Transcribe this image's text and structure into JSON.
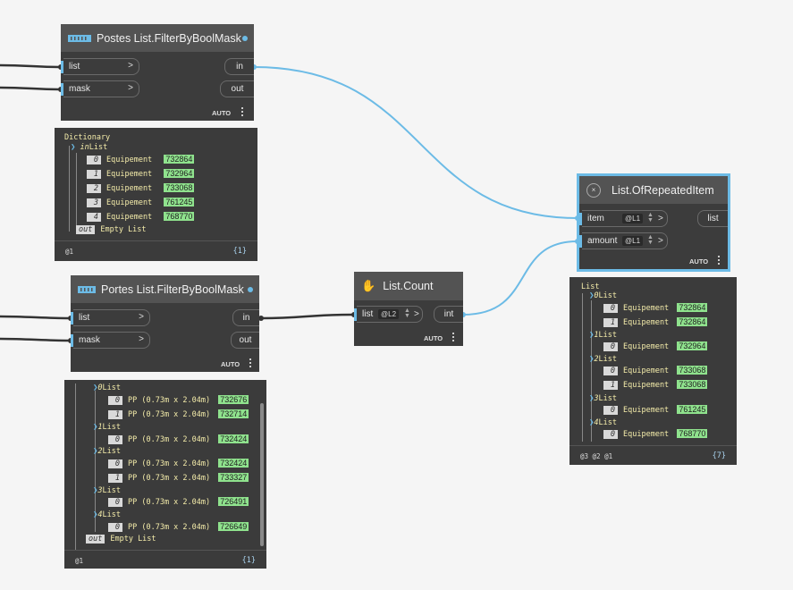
{
  "node_filter_1": {
    "title": "Postes List.FilterByBoolMask",
    "inputs": [
      "list",
      "mask"
    ],
    "outputs": [
      "in",
      "out"
    ],
    "lacing": "AUTO"
  },
  "watch_1": {
    "root": "Dictionary",
    "in_label": "in",
    "in_type": "List",
    "rows": [
      {
        "idx": "0",
        "key": "Equipement",
        "val": "732864"
      },
      {
        "idx": "1",
        "key": "Equipement",
        "val": "732964"
      },
      {
        "idx": "2",
        "key": "Equipement",
        "val": "733068"
      },
      {
        "idx": "3",
        "key": "Equipement",
        "val": "761245"
      },
      {
        "idx": "4",
        "key": "Equipement",
        "val": "768770"
      }
    ],
    "out_label": "out",
    "out_value": "Empty List",
    "footer": "@1",
    "count": "{1}"
  },
  "node_filter_2": {
    "title": "Portes List.FilterByBoolMask",
    "inputs": [
      "list",
      "mask"
    ],
    "outputs": [
      "in",
      "out"
    ],
    "lacing": "AUTO"
  },
  "watch_2": {
    "groups": [
      {
        "idx": "0",
        "label": "List",
        "items": [
          {
            "idx": "0",
            "key": "PP (0.73m x 2.04m)",
            "val": "732676"
          },
          {
            "idx": "1",
            "key": "PP (0.73m x 2.04m)",
            "val": "732714"
          }
        ]
      },
      {
        "idx": "1",
        "label": "List",
        "items": [
          {
            "idx": "0",
            "key": "PP (0.73m x 2.04m)",
            "val": "732424"
          }
        ]
      },
      {
        "idx": "2",
        "label": "List",
        "items": [
          {
            "idx": "0",
            "key": "PP (0.73m x 2.04m)",
            "val": "732424"
          },
          {
            "idx": "1",
            "key": "PP (0.73m x 2.04m)",
            "val": "733327"
          }
        ]
      },
      {
        "idx": "3",
        "label": "List",
        "items": [
          {
            "idx": "0",
            "key": "PP (0.73m x 2.04m)",
            "val": "726491"
          }
        ]
      },
      {
        "idx": "4",
        "label": "List",
        "items": [
          {
            "idx": "0",
            "key": "PP (0.73m x 2.04m)",
            "val": "726649"
          }
        ]
      }
    ],
    "out_label": "out",
    "out_value": "Empty List",
    "footer": "@1",
    "count": "{1}"
  },
  "node_count": {
    "title": "List.Count",
    "input": "list",
    "input_level": "@L2",
    "output": "int",
    "lacing": "AUTO"
  },
  "node_repeat": {
    "title": "List.OfRepeatedItem",
    "inputs": [
      {
        "name": "item",
        "level": "@L1"
      },
      {
        "name": "amount",
        "level": "@L1"
      }
    ],
    "output": "list",
    "lacing": "AUTO"
  },
  "watch_3": {
    "root": "List",
    "groups": [
      {
        "idx": "0",
        "label": "List",
        "items": [
          {
            "idx": "0",
            "key": "Equipement",
            "val": "732864"
          },
          {
            "idx": "1",
            "key": "Equipement",
            "val": "732864"
          }
        ]
      },
      {
        "idx": "1",
        "label": "List",
        "items": [
          {
            "idx": "0",
            "key": "Equipement",
            "val": "732964"
          }
        ]
      },
      {
        "idx": "2",
        "label": "List",
        "items": [
          {
            "idx": "0",
            "key": "Equipement",
            "val": "733068"
          },
          {
            "idx": "1",
            "key": "Equipement",
            "val": "733068"
          }
        ]
      },
      {
        "idx": "3",
        "label": "List",
        "items": [
          {
            "idx": "0",
            "key": "Equipement",
            "val": "761245"
          }
        ]
      },
      {
        "idx": "4",
        "label": "List",
        "items": [
          {
            "idx": "0",
            "key": "Equipement",
            "val": "768770"
          }
        ]
      }
    ],
    "footer": "@3 @2 @1",
    "count": "{7}"
  },
  "colors": {
    "wire": "#6cbbe6",
    "node_body": "#3c3c3c",
    "node_header": "#535353",
    "value_bg": "#8fe28d",
    "canvas": "#f5f5f5"
  }
}
